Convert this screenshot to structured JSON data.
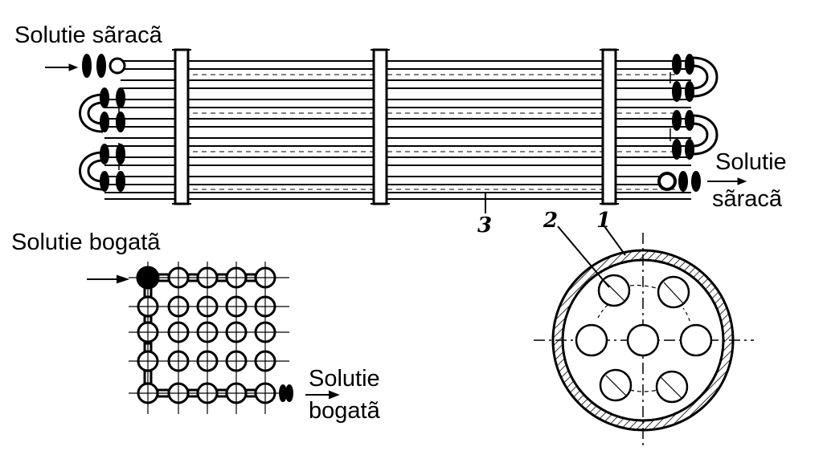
{
  "labels": {
    "poor_in": "Solutie sãracã",
    "poor_out_line1": "Solutie",
    "poor_out_line2": "sãracã",
    "rich_in": "Solutie bogatã",
    "rich_out_line1": "Solutie",
    "rich_out_line2": "bogatã"
  },
  "callouts": {
    "n1": "1",
    "n2": "2",
    "n3": "3"
  },
  "colors": {
    "ink": "#000000",
    "hatch": "#555555",
    "paper": "#ffffff"
  }
}
